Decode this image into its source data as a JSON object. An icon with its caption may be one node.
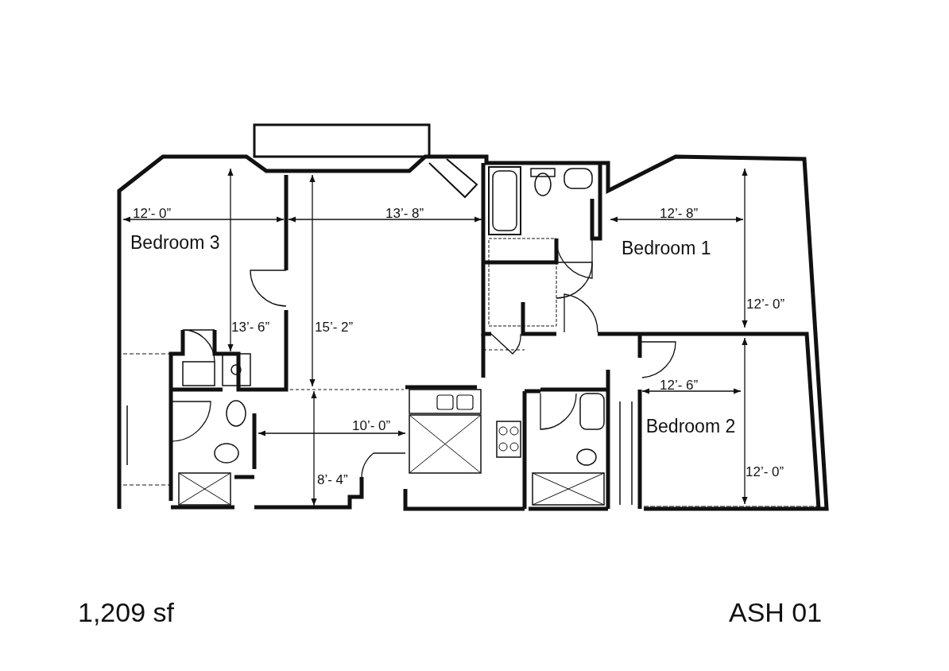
{
  "diagram": {
    "labels": [
      "12’- 0”",
      "13’- 8”",
      "12’- 8”",
      "Bedroom 3",
      "Bedroom 1",
      "12’- 0”",
      "13’- 6”",
      "15’- 2”",
      "12’- 6”",
      "10’- 0”",
      "Bedroom 2",
      "8’- 4”",
      "12’- 0”",
      "1,209 sf",
      "ASH 01"
    ]
  }
}
